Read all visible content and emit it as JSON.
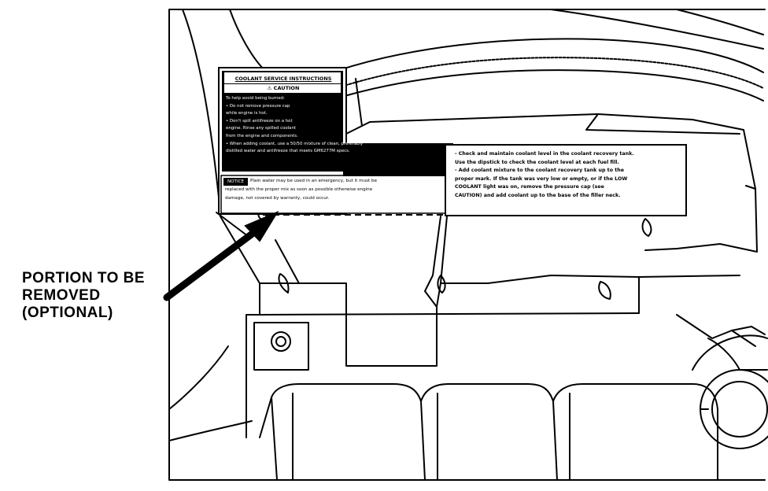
{
  "callout": {
    "lines": [
      "PORTION TO BE",
      "REMOVED",
      "(OPTIONAL)"
    ]
  },
  "label_left": {
    "title": "COOLANT SERVICE INSTRUCTIONS",
    "caution": "⚠ CAUTION",
    "lines": [
      "To help avoid being burned:",
      "• Do not remove pressure cap",
      "  while engine is hot.",
      "• Don't spill antifreeze on a hot",
      "  engine. Rinse any spilled coolant",
      "  from the engine and components.",
      "• When adding coolant, use a 50/50 mixture of clean, preferably",
      "  distilled water and antifreeze that meets GM6277M specs."
    ]
  },
  "notice": {
    "tag": "NOTICE",
    "line1": "Plain water may be used in an emergency, but it must be",
    "line2": "replaced with the proper mix as soon as possible otherwise engine",
    "line3": "damage, not covered by warranty, could occur."
  },
  "label_right": {
    "lines": [
      "- Check and maintain coolant level in the coolant recovery tank.",
      "  Use the dipstick to check the coolant level at each fuel fill.",
      "- Add coolant mixture to the coolant recovery tank up to the",
      "  proper mark. If the tank was very low or empty, or if the LOW",
      "  COOLANT light was on, remove the pressure cap (see",
      "  CAUTION) and add coolant up to the base of the filler neck."
    ]
  }
}
